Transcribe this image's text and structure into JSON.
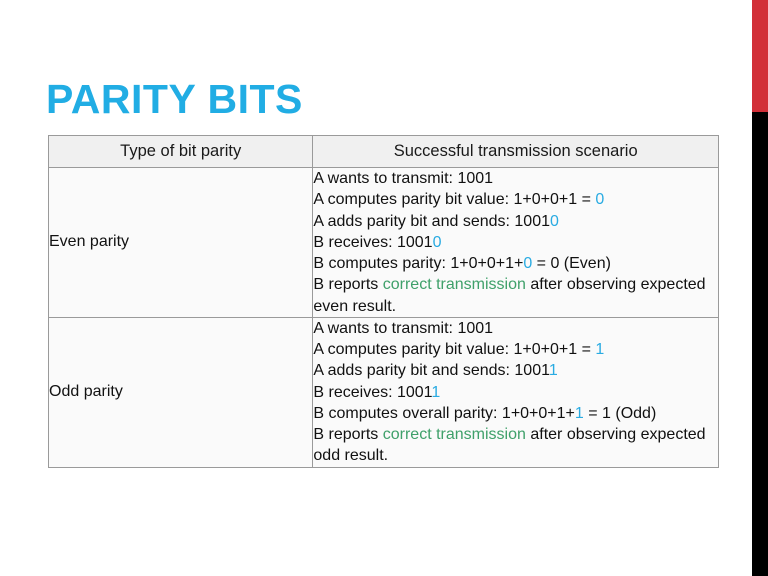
{
  "slide": {
    "title": "PARITY BITS"
  },
  "decor": {
    "red_bar_color": "#D22F38",
    "black_bar_color": "#000000",
    "title_color": "#21ADE4",
    "bit_accent_color": "#29ABE2",
    "ok_accent_color": "#3FA06A"
  },
  "table": {
    "headers": {
      "type": "Type of bit parity",
      "scenario": "Successful transmission scenario"
    },
    "rows": [
      {
        "type_label": "Even parity",
        "lines": [
          {
            "segments": [
              {
                "text": "A wants to transmit: 1001",
                "accent": "none"
              }
            ]
          },
          {
            "segments": [
              {
                "text": "A computes parity bit value: 1+0+0+1 = ",
                "accent": "none"
              },
              {
                "text": "0",
                "accent": "bit"
              }
            ]
          },
          {
            "segments": [
              {
                "text": "A adds parity bit and sends: 1001",
                "accent": "none"
              },
              {
                "text": "0",
                "accent": "bit"
              }
            ]
          },
          {
            "segments": [
              {
                "text": "B receives: 1001",
                "accent": "none"
              },
              {
                "text": "0",
                "accent": "bit"
              }
            ]
          },
          {
            "segments": [
              {
                "text": "B computes parity: 1+0+0+1+",
                "accent": "none"
              },
              {
                "text": "0",
                "accent": "bit"
              },
              {
                "text": " = 0 (Even)",
                "accent": "none"
              }
            ]
          },
          {
            "wrap": true,
            "segments": [
              {
                "text": "B reports ",
                "accent": "none"
              },
              {
                "text": "correct transmission",
                "accent": "ok"
              },
              {
                "text": " after observing expected even result.",
                "accent": "none"
              }
            ]
          }
        ]
      },
      {
        "type_label": "Odd parity",
        "lines": [
          {
            "segments": [
              {
                "text": "A wants to transmit: 1001",
                "accent": "none"
              }
            ]
          },
          {
            "segments": [
              {
                "text": "A computes parity bit value: 1+0+0+1 = ",
                "accent": "none"
              },
              {
                "text": "1",
                "accent": "bit"
              }
            ]
          },
          {
            "segments": [
              {
                "text": "A adds parity bit and sends: 1001",
                "accent": "none"
              },
              {
                "text": "1",
                "accent": "bit"
              }
            ]
          },
          {
            "segments": [
              {
                "text": "B receives: 1001",
                "accent": "none"
              },
              {
                "text": "1",
                "accent": "bit"
              }
            ]
          },
          {
            "wrap": true,
            "segments": [
              {
                "text": "B computes overall parity: 1+0+0+1+",
                "accent": "none"
              },
              {
                "text": "1",
                "accent": "bit"
              },
              {
                "text": " = 1 (Odd)",
                "accent": "none"
              }
            ]
          },
          {
            "wrap": true,
            "segments": [
              {
                "text": "B reports ",
                "accent": "none"
              },
              {
                "text": "correct transmission",
                "accent": "ok"
              },
              {
                "text": " after observing expected odd result.",
                "accent": "none"
              }
            ]
          }
        ]
      }
    ]
  }
}
